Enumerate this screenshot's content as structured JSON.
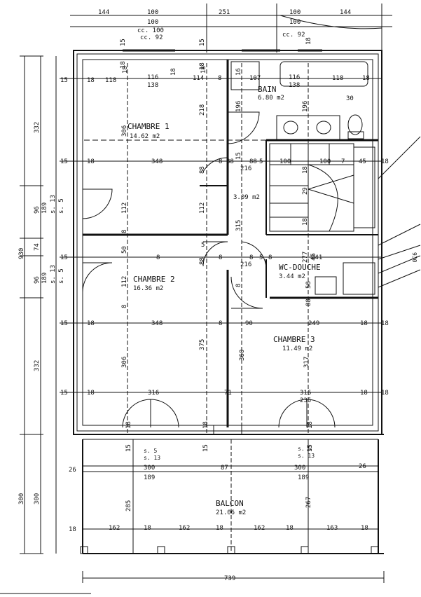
{
  "rooms": {
    "chambre1": {
      "name": "CHAMBRE 1",
      "area": "14.62 m2"
    },
    "chambre2": {
      "name": "CHAMBRE 2",
      "area": "16.36 m2"
    },
    "chambre3": {
      "name": "CHAMBRE 3",
      "area": "11.49 m2"
    },
    "bain": {
      "name": "BAIN",
      "area": "6.80 m2"
    },
    "hall": {
      "area": "3.09 m2"
    },
    "wc": {
      "name": "WC-DOUCHE",
      "area": "3.44 m2"
    },
    "balcon": {
      "name": "BALCON",
      "area": "21.06 m2"
    }
  },
  "dims": {
    "top_144a": "144",
    "top_100a": "100",
    "top_100b": "100",
    "top_cc100": "cc. 100",
    "top_cc92a": "cc. 92",
    "top_251": "251",
    "top_100c": "100",
    "top_100d": "100",
    "top_144b": "144",
    "top_cc92b": "cc. 92",
    "left_332a": "332",
    "left_96a": "96",
    "left_189a": "189",
    "left_s13a": "s. 13",
    "left_s5a": "s. 5",
    "left_74": "74",
    "left_96b": "96",
    "left_189b": "189",
    "left_s13b": "s. 13",
    "left_s5b": "s. 5",
    "left_930": "930",
    "left_332b": "332",
    "left_300a": "300",
    "left_300b": "300",
    "r1_15": "15",
    "r1_18a": "18",
    "r1_118": "118",
    "r1_18b": "18",
    "r1_116": "116",
    "r1_138": "138",
    "r1_18c": "18",
    "r1_114": "114",
    "r1_18d": "18",
    "r1_8": "8",
    "r1_16": "16",
    "r1_107": "107",
    "r1_116b": "116",
    "r1_138b": "138",
    "r1_118b": "118",
    "r1_18e": "18",
    "r1_30": "30",
    "v_15a": "15",
    "v_18a": "18",
    "v_15b": "15",
    "v_18b": "18",
    "v_18c": "18",
    "v_306a": "306",
    "v_218": "218",
    "v_196a": "196",
    "v_196b": "196",
    "r2_15": "15",
    "r2_18": "18",
    "r2_348": "348",
    "r2_8": "8",
    "r2_88": "88",
    "r2_15b": "15",
    "r2_216": "216",
    "r2_88b": "88",
    "r2_5": "5",
    "r2_100a": "100",
    "r2_100b": "100",
    "r2_7": "7",
    "r2_45": "45",
    "r2_18e": "18",
    "hall_88": "88",
    "hall_112a": "112",
    "hall_112b": "112",
    "hall_8": "8",
    "hall_315": "315",
    "hall_18a": "18",
    "hall_18b": "18",
    "hall_29": "29",
    "r3_15": "15",
    "r3_50": "50",
    "r3_8a": "8",
    "r3_5": "5",
    "r3_88": "88",
    "r3_8b": "8",
    "r3_216": "216",
    "r3_8c": "8",
    "r3_5b": "5",
    "r3_8d": "8",
    "r3_277": "277",
    "r3_241": "241",
    "r3_45": "45",
    "r3_58": "58",
    "r3_88b": "88",
    "v2_112": "112",
    "v2_8": "8",
    "v2_8b": "8",
    "r4_15": "15",
    "r4_18a": "18",
    "r4_348": "348",
    "r4_8": "8",
    "r4_90": "90",
    "r4_249": "249",
    "r4_18b": "18",
    "r4_18c": "18",
    "v3_306": "306",
    "v3_375": "375",
    "v3_360": "360",
    "v3_317": "317",
    "r5_15": "15",
    "r5_18": "18",
    "r5_316a": "316",
    "r5_71": "71",
    "r5_316b": "316",
    "r5_235": "235",
    "r5_18b": "18",
    "r5_18c": "18",
    "b_18a": "18",
    "b_18b": "18",
    "b_18c": "18",
    "b_15a": "15",
    "b_15b": "15",
    "b_15c": "15",
    "b_s5a": "s. 5",
    "b_s13a": "s. 13",
    "b_s5b": "s. 5",
    "b_s13b": "s. 13",
    "b_26a": "26",
    "b_300a": "300",
    "b_189a": "189",
    "b_87": "87",
    "b_300b": "300",
    "b_189b": "189",
    "b_26b": "26",
    "b_285": "285",
    "b_267": "267",
    "bb_18a": "18",
    "bb_162a": "162",
    "bb_18b": "18",
    "bb_162b": "162",
    "bb_18c": "18",
    "bb_162c": "162",
    "bb_18d": "18",
    "bb_163": "163",
    "bb_18e": "18",
    "total_739": "739",
    "right_930": "930"
  }
}
